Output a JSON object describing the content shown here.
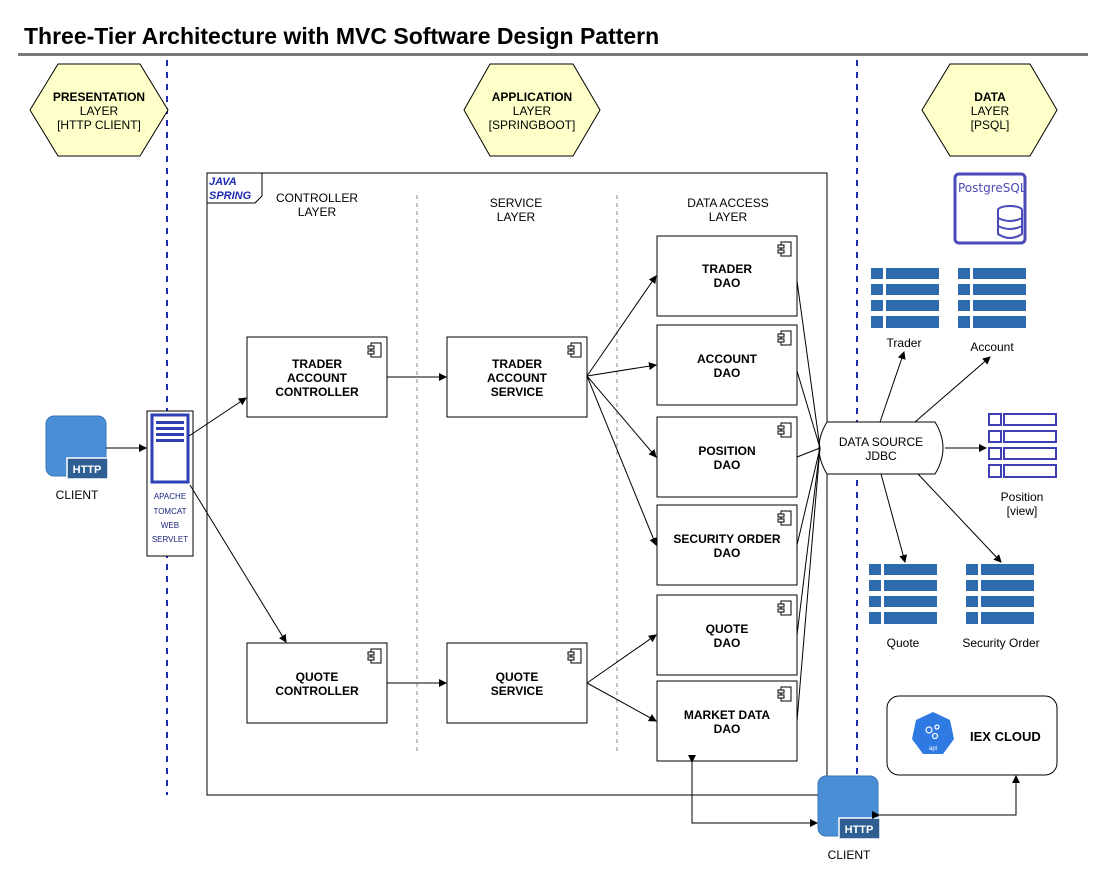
{
  "title": "Three-Tier Architecture with MVC Software Design Pattern",
  "layers": {
    "presentation": [
      "PRESENTATION",
      "LAYER",
      "[HTTP CLIENT]"
    ],
    "application": [
      "APPLICATION",
      "LAYER",
      "[SPRINGBOOT]"
    ],
    "data": [
      "DATA",
      "LAYER",
      "[PSQL]"
    ]
  },
  "frame_label": [
    "JAVA",
    "SPRING"
  ],
  "columns": {
    "controller": [
      "CONTROLLER",
      "LAYER"
    ],
    "service": [
      "SERVICE",
      "LAYER"
    ],
    "dao": [
      "DATA ACCESS",
      "LAYER"
    ]
  },
  "controllers": {
    "trader_account": [
      "TRADER",
      "ACCOUNT",
      "CONTROLLER"
    ],
    "quote": [
      "QUOTE",
      "CONTROLLER"
    ]
  },
  "services": {
    "trader_account": [
      "TRADER",
      "ACCOUNT",
      "SERVICE"
    ],
    "quote": [
      "QUOTE",
      "SERVICE"
    ]
  },
  "daos": {
    "trader": [
      "TRADER",
      "DAO"
    ],
    "account": [
      "ACCOUNT",
      "DAO"
    ],
    "position": [
      "POSITION",
      "DAO"
    ],
    "security_order": [
      "SECURITY ORDER",
      "DAO"
    ],
    "quote": [
      "QUOTE",
      "DAO"
    ],
    "market_data": [
      "MARKET DATA",
      "DAO"
    ]
  },
  "datasource": [
    "DATA SOURCE",
    "JDBC"
  ],
  "tomcat": [
    "APACHE",
    "TOMCAT",
    "WEB",
    "SERVLET"
  ],
  "client_left": {
    "badge": "HTTP",
    "caption": "CLIENT"
  },
  "client_bottom": {
    "badge": "HTTP",
    "caption": "CLIENT"
  },
  "postgres_label": "PostgreSQL",
  "tables": {
    "trader": [
      "Trader"
    ],
    "account": [
      "Account"
    ],
    "position": [
      "Position",
      "[view]"
    ],
    "quote": [
      "Quote"
    ],
    "security_order": [
      "Security Order"
    ]
  },
  "iex": {
    "label": "IEX CLOUD",
    "api": "api"
  },
  "colors": {
    "hexagon_fill": "#FFFFC9",
    "dashed_line": "#1f2bb0",
    "client_blue": "#4A8ED6",
    "table_blue": "#2E6BAE",
    "view_outline": "#3F3FB5",
    "postgres_purple": "#4A4AB8",
    "iex_blue": "#2F79E3"
  }
}
